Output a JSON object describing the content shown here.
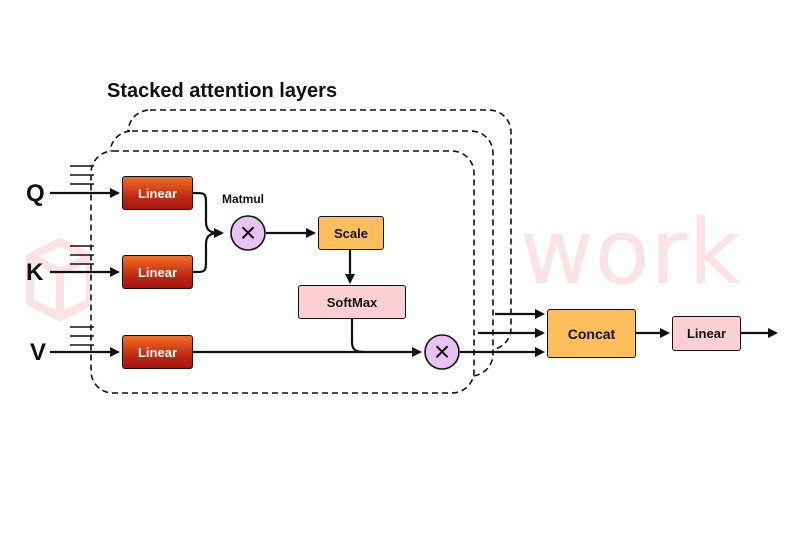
{
  "title": "Stacked attention layers",
  "watermark": "work",
  "inputs": {
    "q": "Q",
    "k": "K",
    "v": "V"
  },
  "nodes": {
    "linear_q": "Linear",
    "linear_k": "Linear",
    "linear_v": "Linear",
    "matmul_label": "Matmul",
    "matmul_symbol": "×",
    "scale": "Scale",
    "softmax": "SoftMax",
    "multiply_symbol": "×",
    "concat": "Concat",
    "linear_out": "Linear"
  },
  "colors": {
    "linear_gradient_top": "#f26e22",
    "linear_gradient_bottom": "#a51413",
    "orange": "#ffbe5c",
    "pink": "#fcd0d3",
    "op_circle": "#e6c3f0"
  }
}
